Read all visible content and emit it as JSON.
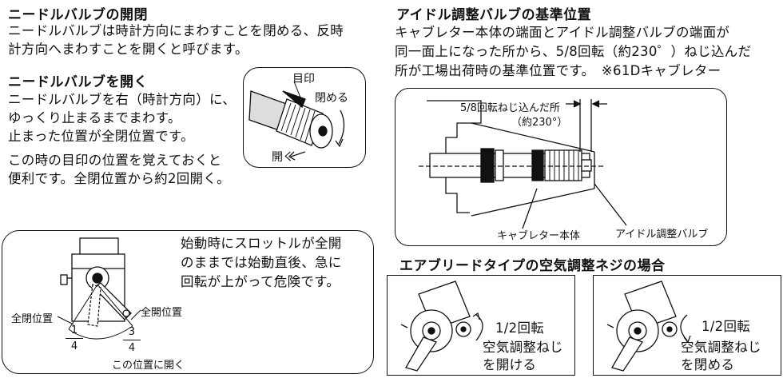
{
  "needle": {
    "heading": "ニードルバルブの開閉",
    "body": [
      "ニードルバルブは時計方向にまわすことを閉める、反時",
      "計方向へまわすことを開くと呼びます。"
    ],
    "open_heading": "ニードルバルブを開く",
    "open_body": [
      "ニードルバルブを右（時計方向）に、",
      "ゆっくり止まるまでまわす。",
      "止まった位置が全閉位置です。"
    ],
    "note": [
      "この時の目印の位置を覚えておくと",
      "便利です。全閉位置から約2回開く。"
    ],
    "fig_labels": {
      "mark": "目印",
      "close": "閉める",
      "open": "開く"
    }
  },
  "throttle": {
    "warning": [
      "始動時にスロットルが全開",
      "のままでは始動直後、急に",
      "回転が上がって危険です。"
    ],
    "full_closed": "全閉位置",
    "full_open": "全開位置",
    "frac1_num": "1",
    "frac1_den": "4",
    "frac2_num": "3",
    "frac2_den": "4",
    "open_here": "この位置に開く"
  },
  "idle": {
    "heading": "アイドル調整バルブの基準位置",
    "body": [
      "キャブレター本体の端面とアイドル調整バルブの端面が",
      "同一面上になった所から、5/8回転（約230゜）ねじ込んだ",
      "所が工場出荷時の基準位置です。　※61Dキャブレター"
    ],
    "dim_label_1": "5/8回転ねじ込んだ所",
    "dim_label_2": "（約230°）",
    "carb_body": "キャブレター本体",
    "idle_valve": "アイドル調整バルブ"
  },
  "airbleed": {
    "heading": "エアブリードタイプの空気調整ネジの場合",
    "left": {
      "turn": "1/2回転",
      "line1": "空気調整ねじ",
      "line2": "を開ける"
    },
    "right": {
      "turn": "1/2回転",
      "line1": "空気調整ねじ",
      "line2": "を閉める"
    }
  }
}
